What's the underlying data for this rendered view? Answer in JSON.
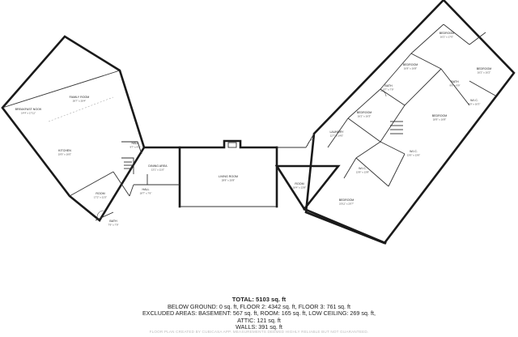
{
  "rooms": [
    {
      "name": "FAMILY ROOM",
      "dims": "26'7\" x 20'4\""
    },
    {
      "name": "BREAKFAST NOOK",
      "dims": "14'4\" x 17'11\""
    },
    {
      "name": "KITCHEN",
      "dims": "19'9\" x 16'0\""
    },
    {
      "name": "HALL",
      "dims": "9'7\" x 4'2\""
    },
    {
      "name": "DINING AREA",
      "dims": "13'1\" x 11'0\""
    },
    {
      "name": "HALL",
      "dims": "18'7\" x 7'6\""
    },
    {
      "name": "ROOM",
      "dims": "17'2\" x 11'5\""
    },
    {
      "name": "BATH",
      "dims": "7'9\" x 7'9\""
    },
    {
      "name": "LIVING ROOM",
      "dims": "28'8\" x 20'8\""
    },
    {
      "name": "ROOM",
      "dims": "18'4\" x 13'8\""
    },
    {
      "name": "BEDROOM",
      "dims": "20'11\" x 20'7\""
    },
    {
      "name": "LAUNDRY",
      "dims": "12'7\" x 14'0\""
    },
    {
      "name": "W.I.C.",
      "dims": "13'6\" x 13'6\""
    },
    {
      "name": "W.I.C.",
      "dims": "13'8\" x 13'8\""
    },
    {
      "name": "BEDROOM",
      "dims": "16'2\" x 16'3\""
    },
    {
      "name": "BATH",
      "dims": "9'7\" x 7'9\""
    },
    {
      "name": "BEDROOM",
      "dims": "16'8\" x 16'8\""
    },
    {
      "name": "BEDROOM",
      "dims": "16'2\" x 17'0\""
    },
    {
      "name": "BEDROOM",
      "dims": "16'2\" x 16'2\""
    },
    {
      "name": "BATH",
      "dims": "9'9\" x 9'9\""
    },
    {
      "name": "BEDROOM",
      "dims": "18'8\" x 16'8\""
    },
    {
      "name": "W.I.C.",
      "dims": "8'0\" x 10'3\""
    }
  ],
  "summary": {
    "total": "TOTAL: 5103 sq. ft",
    "floors": "BELOW GROUND: 0 sq. ft, FLOOR 2: 4342 sq. ft, FLOOR 3: 761 sq. ft",
    "excluded": "EXCLUDED AREAS: BASEMENT: 567 sq. ft, ROOM: 165 sq. ft, LOW CEILING: 269 sq. ft,",
    "attic": "ATTIC: 121 sq. ft",
    "walls": "WALLS: 391 sq. ft"
  },
  "footer": "FLOOR PLAN CREATED BY CUBICASA APP. MEASUREMENTS DEEMED HIGHLY RELIABLE BUT NOT GUARANTEED."
}
